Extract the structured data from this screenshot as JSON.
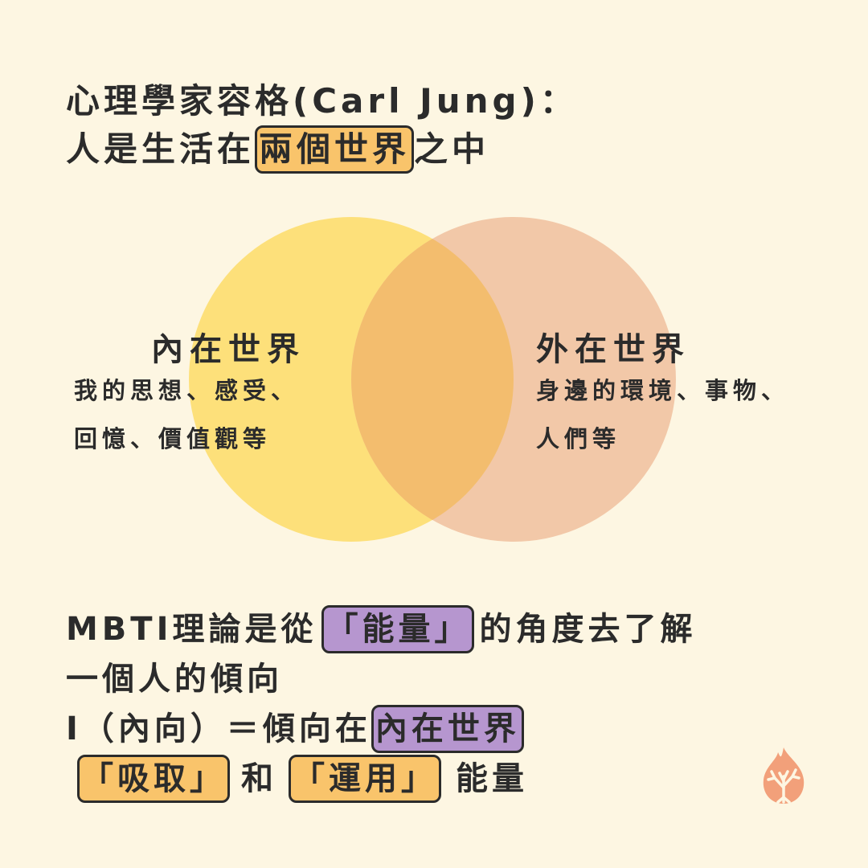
{
  "heading": {
    "line1": "心理學家容格(Carl Jung)：",
    "line2_before": "人是生活在",
    "line2_highlight": "兩個世界",
    "line2_after": "之中"
  },
  "venn": {
    "left": {
      "title": "內在世界",
      "desc_line1": "我的思想、感受、",
      "desc_line2": "回憶、價值觀等",
      "color": "#fde07a"
    },
    "right": {
      "title": "外在世界",
      "desc_line1": "身邊的環境、事物、",
      "desc_line2": "人們等",
      "color": "#f2c8a8"
    },
    "overlap_color": "#f3bd6e"
  },
  "bottom": {
    "line1_before": "MBTI理論是從",
    "line1_highlight": "「能量」",
    "line1_after": "的角度去了解",
    "line2": "一個人的傾向",
    "line3_before": "I（內向）＝傾向在",
    "line3_highlight": "內在世界",
    "line4_highlight1": "「吸取」",
    "line4_middle": "和",
    "line4_highlight2": "「運用」",
    "line4_after": "能量"
  },
  "colors": {
    "background": "#fdf6e2",
    "highlight_orange": "#f9c46b",
    "highlight_purple": "#b696cf",
    "logo": "#f2a07a"
  },
  "logo_icon": "flame-tree-icon"
}
